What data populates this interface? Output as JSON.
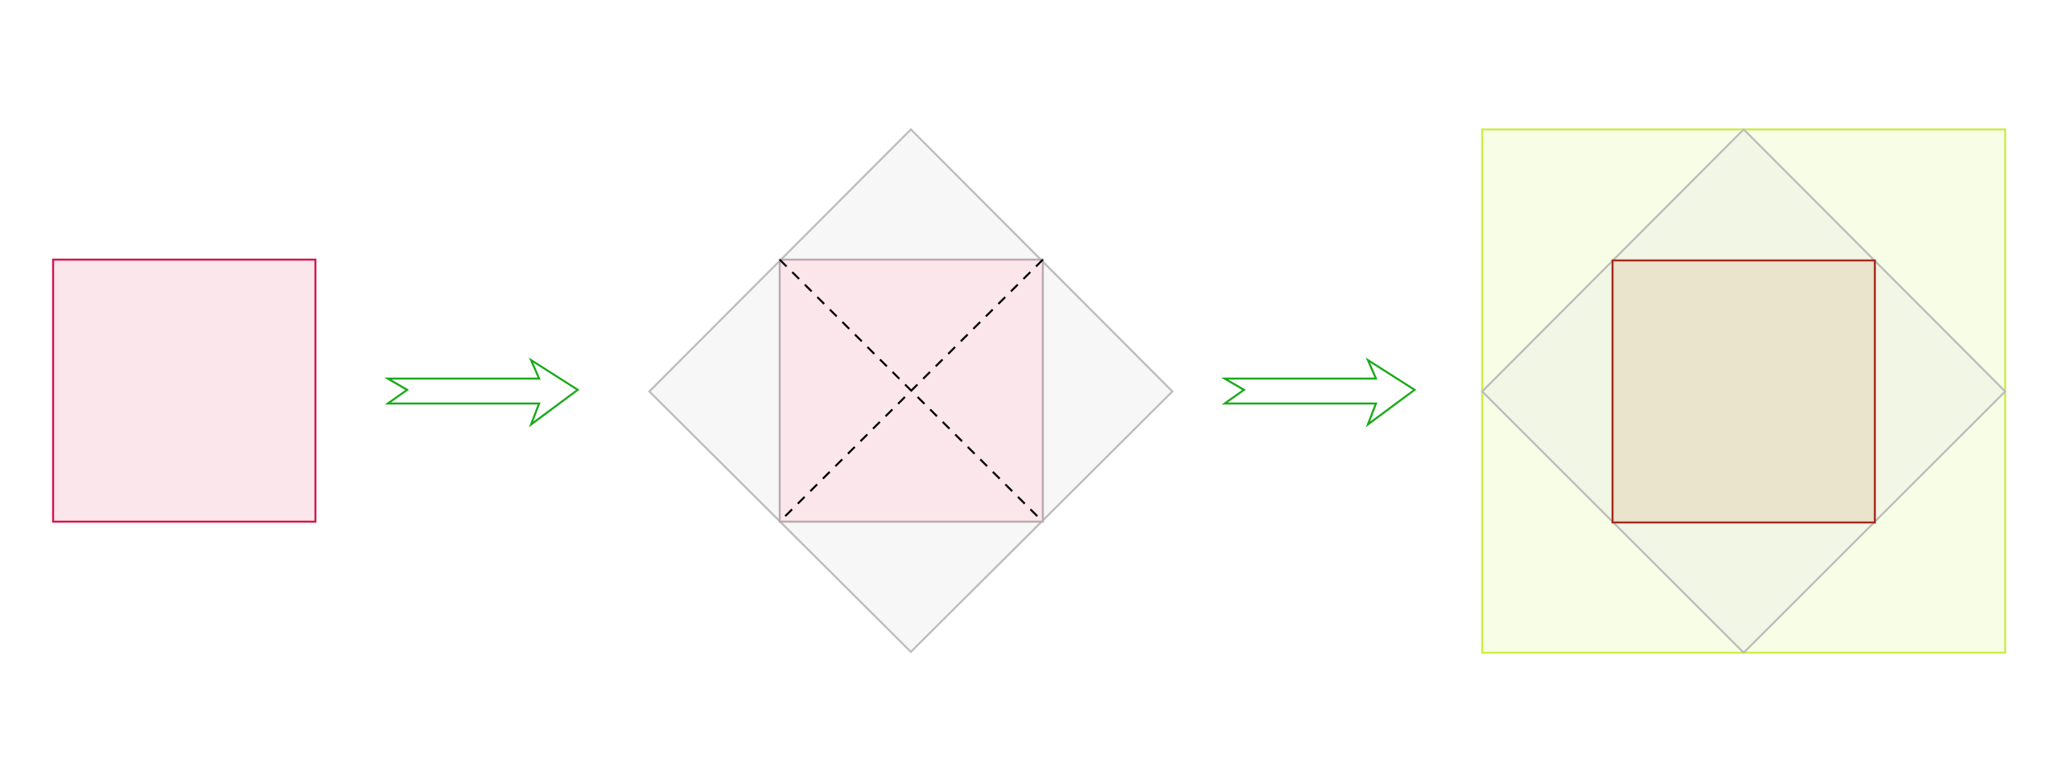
{
  "colors": {
    "background": "#ffffff",
    "pink_fill": "#fbe6ec",
    "pink_stroke": "#d4184a",
    "diamond_fill": "#f7f7f7",
    "diamond_stroke": "#bdbdbd",
    "inner_square_stroke_step2": "#b9aab0",
    "diagonal_stroke": "#000000",
    "arrow_fill": "#ffffff",
    "arrow_stroke": "#1aaa1a",
    "outer_square_fill": "#f8fde6",
    "outer_square_stroke": "#ccee44",
    "diamond_fill_step3": "#f1f7e4",
    "center_fill_step3": "#e9e4cb",
    "center_stroke_step3": "#a52a1e"
  },
  "steps": [
    {
      "name": "square"
    },
    {
      "name": "square-in-diamond-with-diagonals"
    },
    {
      "name": "square-in-diamond-in-square"
    }
  ],
  "arrows": [
    {
      "from": "square",
      "to": "square-in-diamond-with-diagonals"
    },
    {
      "from": "square-in-diamond-with-diagonals",
      "to": "square-in-diamond-in-square"
    }
  ]
}
